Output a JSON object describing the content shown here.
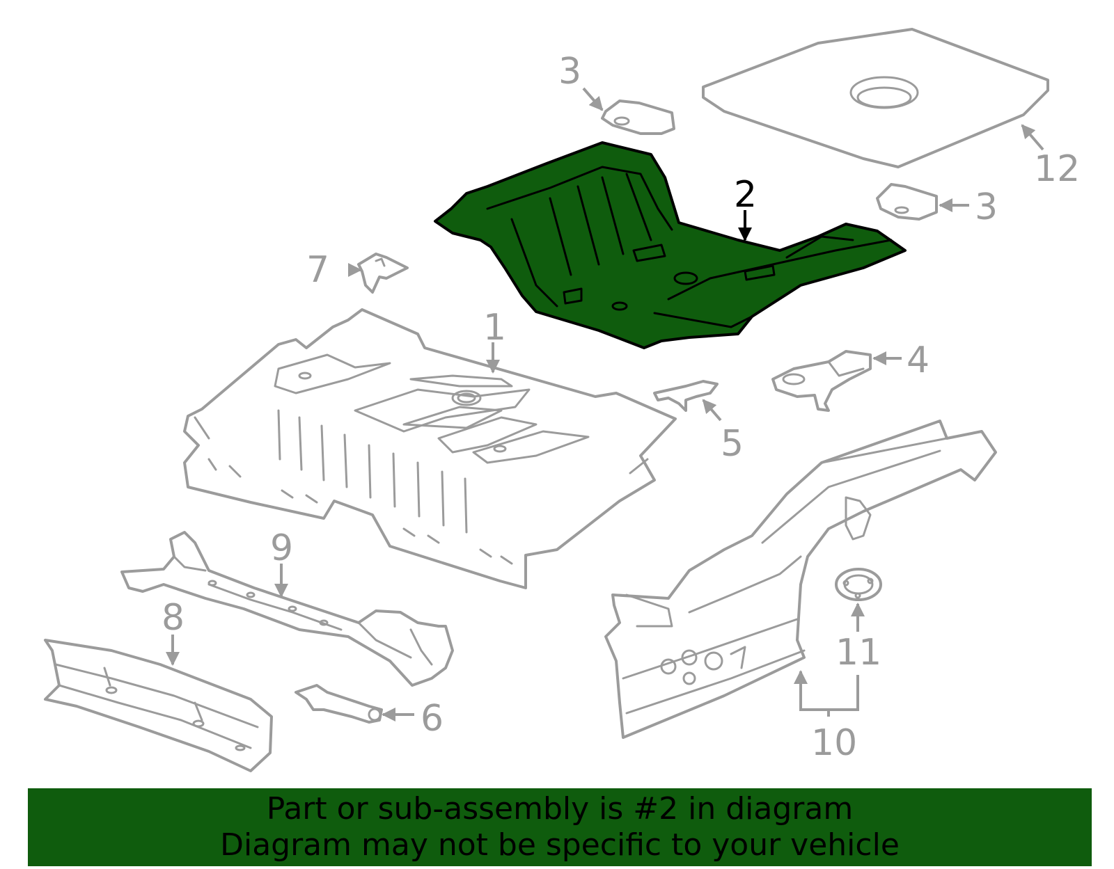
{
  "colors": {
    "highlight": "#0f5c0d",
    "parts": "#9b9b9b",
    "banner": "#0f5c0d"
  },
  "highlighted_part": "2",
  "callouts": {
    "c1": "1",
    "c2": "2",
    "c3a": "3",
    "c3b": "3",
    "c4": "4",
    "c5": "5",
    "c6": "6",
    "c7": "7",
    "c8": "8",
    "c9": "9",
    "c10": "10",
    "c11": "11",
    "c12": "12"
  },
  "banner": {
    "line1": "Part or sub-assembly is #2 in diagram",
    "line2": "Diagram may not be specific to your vehicle"
  }
}
